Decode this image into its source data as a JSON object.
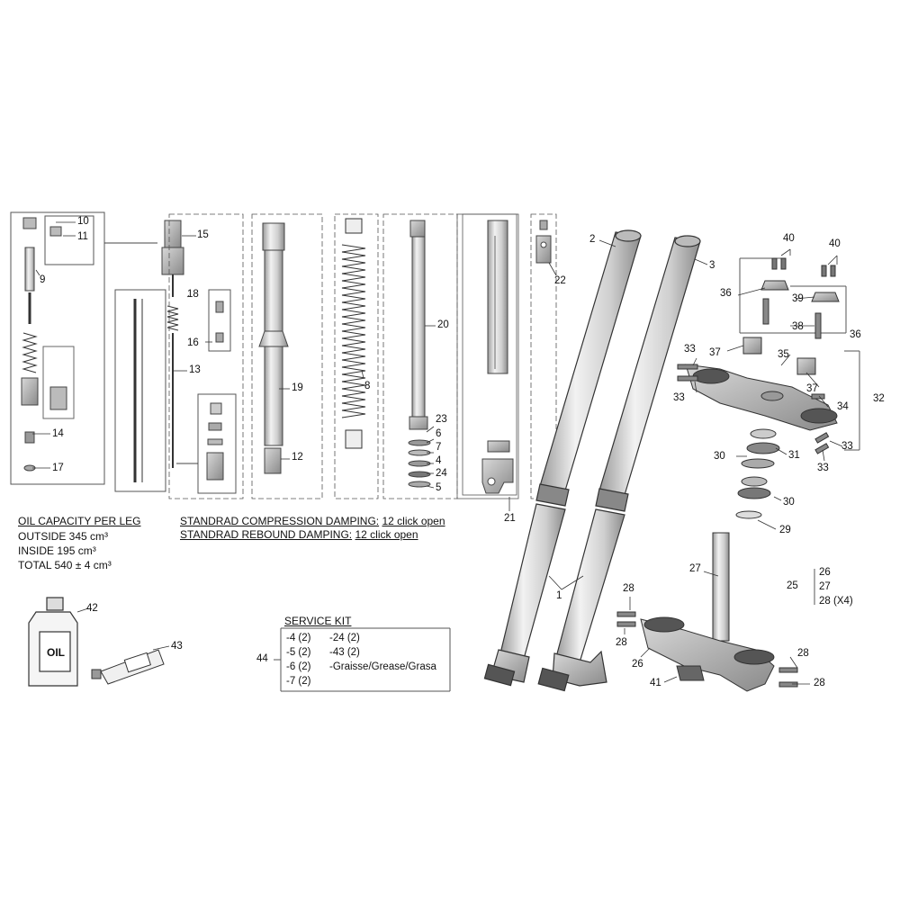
{
  "callouts": {
    "c1": "1",
    "c2": "2",
    "c3": "3",
    "c4": "4",
    "c5": "5",
    "c6": "6",
    "c7": "7",
    "c8": "8",
    "c9": "9",
    "c10": "10",
    "c11": "11",
    "c12": "12",
    "c13": "13",
    "c14": "14",
    "c15": "15",
    "c16": "16",
    "c17": "17",
    "c18": "18",
    "c19": "19",
    "c20": "20",
    "c21": "21",
    "c22": "22",
    "c23": "23",
    "c24": "24",
    "c25": "25",
    "c26": "26",
    "c26b": "26",
    "c27": "27",
    "c27b": "27",
    "c28a": "28",
    "c28b": "28",
    "c28c": "28",
    "c28d": "28",
    "c28x4": "28 (X4)",
    "c29": "29",
    "c30a": "30",
    "c30b": "30",
    "c31": "31",
    "c32": "32",
    "c33a": "33",
    "c33b": "33",
    "c33c": "33",
    "c33d": "33",
    "c34": "34",
    "c35": "35",
    "c36a": "36",
    "c36b": "36",
    "c37a": "37",
    "c37b": "37",
    "c38": "38",
    "c39": "39",
    "c40a": "40",
    "c40b": "40",
    "c41": "41",
    "c42": "42",
    "c43": "43",
    "c44": "44"
  },
  "oil_capacity": {
    "heading": "OIL CAPACITY PER LEG",
    "outside": "OUTSIDE 345 cm³",
    "inside": "INSIDE 195 cm³",
    "total": "TOTAL 540 ± 4 cm³"
  },
  "damping": {
    "compression_label": "STANDRAD COMPRESSION DAMPING:",
    "compression_value": "12 click open",
    "rebound_label": "STANDRAD REBOUND DAMPING:",
    "rebound_value": "12 click open"
  },
  "service_kit": {
    "heading": "SERVICE KIT",
    "col1": [
      "-4 (2)",
      "-5 (2)",
      "-6 (2)",
      "-7 (2)"
    ],
    "col2": [
      "-24 (2)",
      "-43 (2)",
      "-Graisse/Grease/Grasa"
    ]
  },
  "oil_bottle_label": "OIL"
}
